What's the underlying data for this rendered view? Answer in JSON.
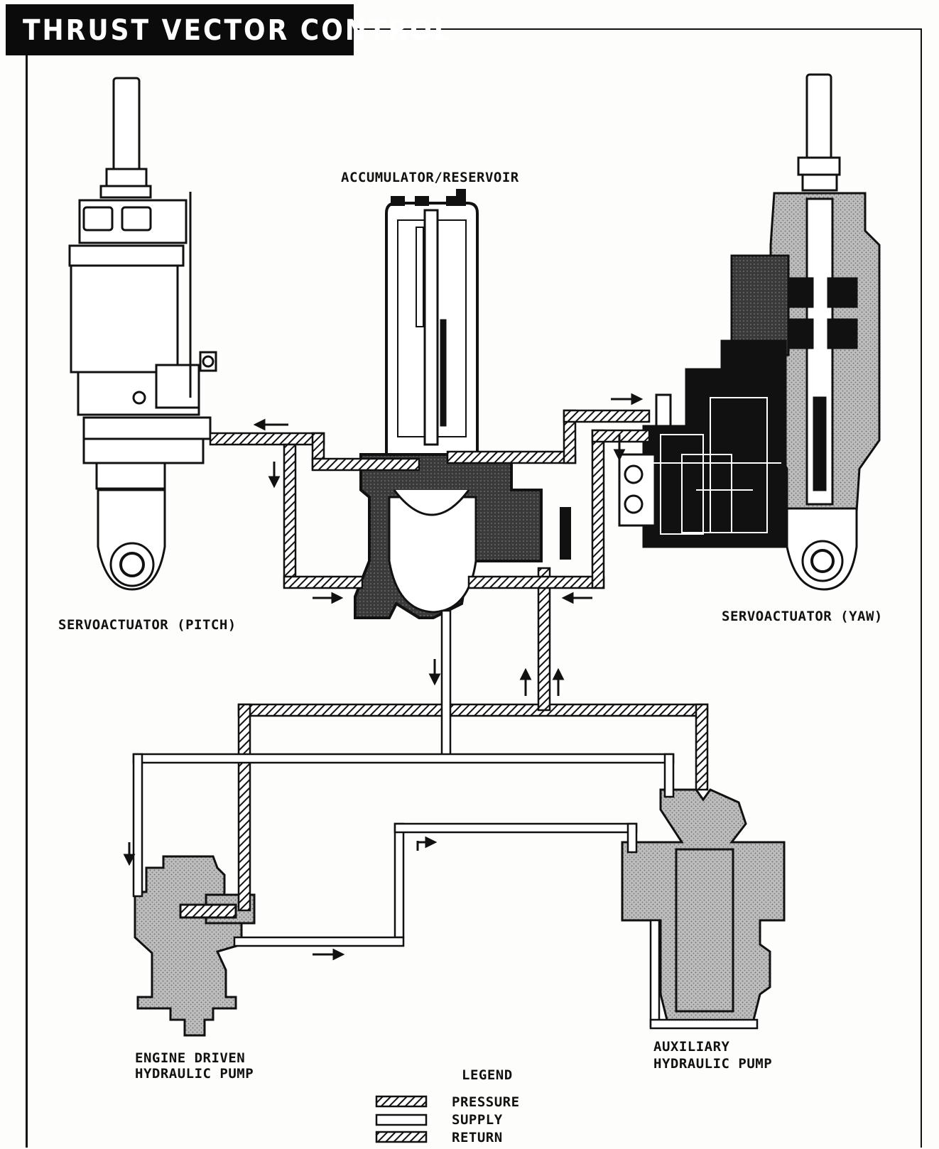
{
  "title": "THRUST VECTOR CONTROL",
  "labels": {
    "accumulator": "ACCUMULATOR/RESERVOIR",
    "servo_pitch": "SERVOACTUATOR (PITCH)",
    "servo_yaw": "SERVOACTUATOR (YAW)",
    "engine_pump_line1": "ENGINE DRIVEN",
    "engine_pump_line2": "HYDRAULIC PUMP",
    "aux_pump_line1": "AUXILIARY",
    "aux_pump_line2": "HYDRAULIC PUMP"
  },
  "legend": {
    "title": "LEGEND",
    "items": [
      "PRESSURE",
      "SUPPLY",
      "RETURN"
    ]
  }
}
